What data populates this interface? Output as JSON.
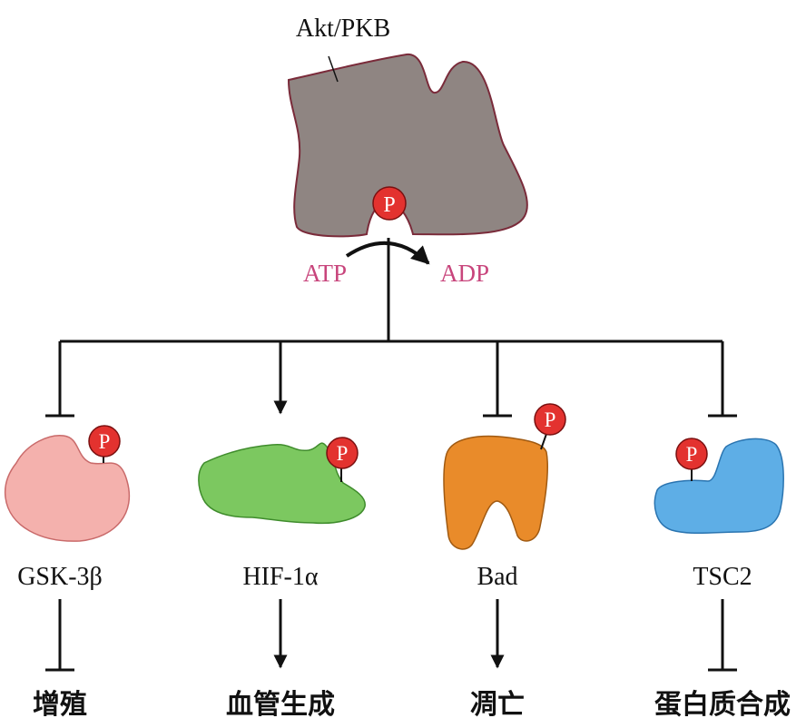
{
  "kinase": {
    "label": "Akt/PKB",
    "phospho": "P",
    "atp": "ATP",
    "adp": "ADP"
  },
  "colors": {
    "kinase_fill": "#8f8582",
    "kinase_stroke": "#7a2b3a",
    "phospho_fill": "#e3322f",
    "atp_adp_text": "#c8457c",
    "gsk_fill": "#f4b1ad",
    "hif_fill": "#7cc860",
    "bad_fill": "#e98b2a",
    "tsc_fill": "#5eaee6",
    "line": "#111111"
  },
  "targets": [
    {
      "name": "GSK-3β",
      "effect": "增殖",
      "phospho": "P"
    },
    {
      "name": "HIF-1α",
      "effect": "血管生成",
      "phospho": "P"
    },
    {
      "name": "Bad",
      "effect": "凋亡",
      "phospho": "P"
    },
    {
      "name": "TSC2",
      "effect": "蛋白质合成",
      "phospho": "P"
    }
  ]
}
